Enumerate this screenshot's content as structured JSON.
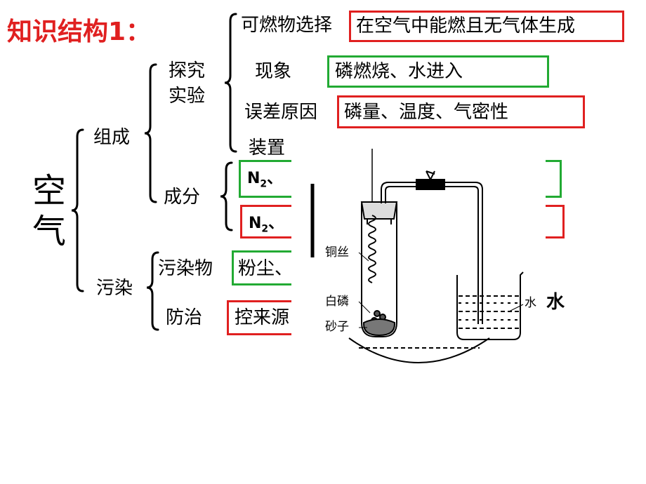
{
  "title": "知识结构1：",
  "root": [
    "空",
    "气"
  ],
  "branches": {
    "composition": "组成",
    "pollution": "污染"
  },
  "composition": {
    "experiment": [
      "探究",
      "实验"
    ],
    "items": {
      "combustible_label": "可燃物选择",
      "combustible_value": "在空气中能燃且无气体生成",
      "phenomenon_label": "现象",
      "phenomenon_value": "磷燃烧、水进入",
      "error_label": "误差原因",
      "error_value": "磷量、温度、气密性",
      "apparatus_label": "装置"
    },
    "components_label": "成分",
    "component_row1": {
      "n": "N",
      "sub": "2",
      "tail": "、"
    },
    "component_row2": {
      "n": "N",
      "sub": "2",
      "tail": "、"
    }
  },
  "pollution": {
    "pollutant_label": "污染物",
    "pollutant_value": "粉尘、",
    "prevention_label": "防治",
    "prevention_value": "控来源"
  },
  "overlay": {
    "partial_char_left": "白",
    "partial_char_right": "水"
  },
  "figure": {
    "label_copper": "铜丝",
    "label_phosphorus": "白磷",
    "label_sand": "砂子",
    "label_water": "水"
  },
  "colors": {
    "title": "#e02020",
    "red_box": "#e02020",
    "green_box": "#22aa33"
  }
}
